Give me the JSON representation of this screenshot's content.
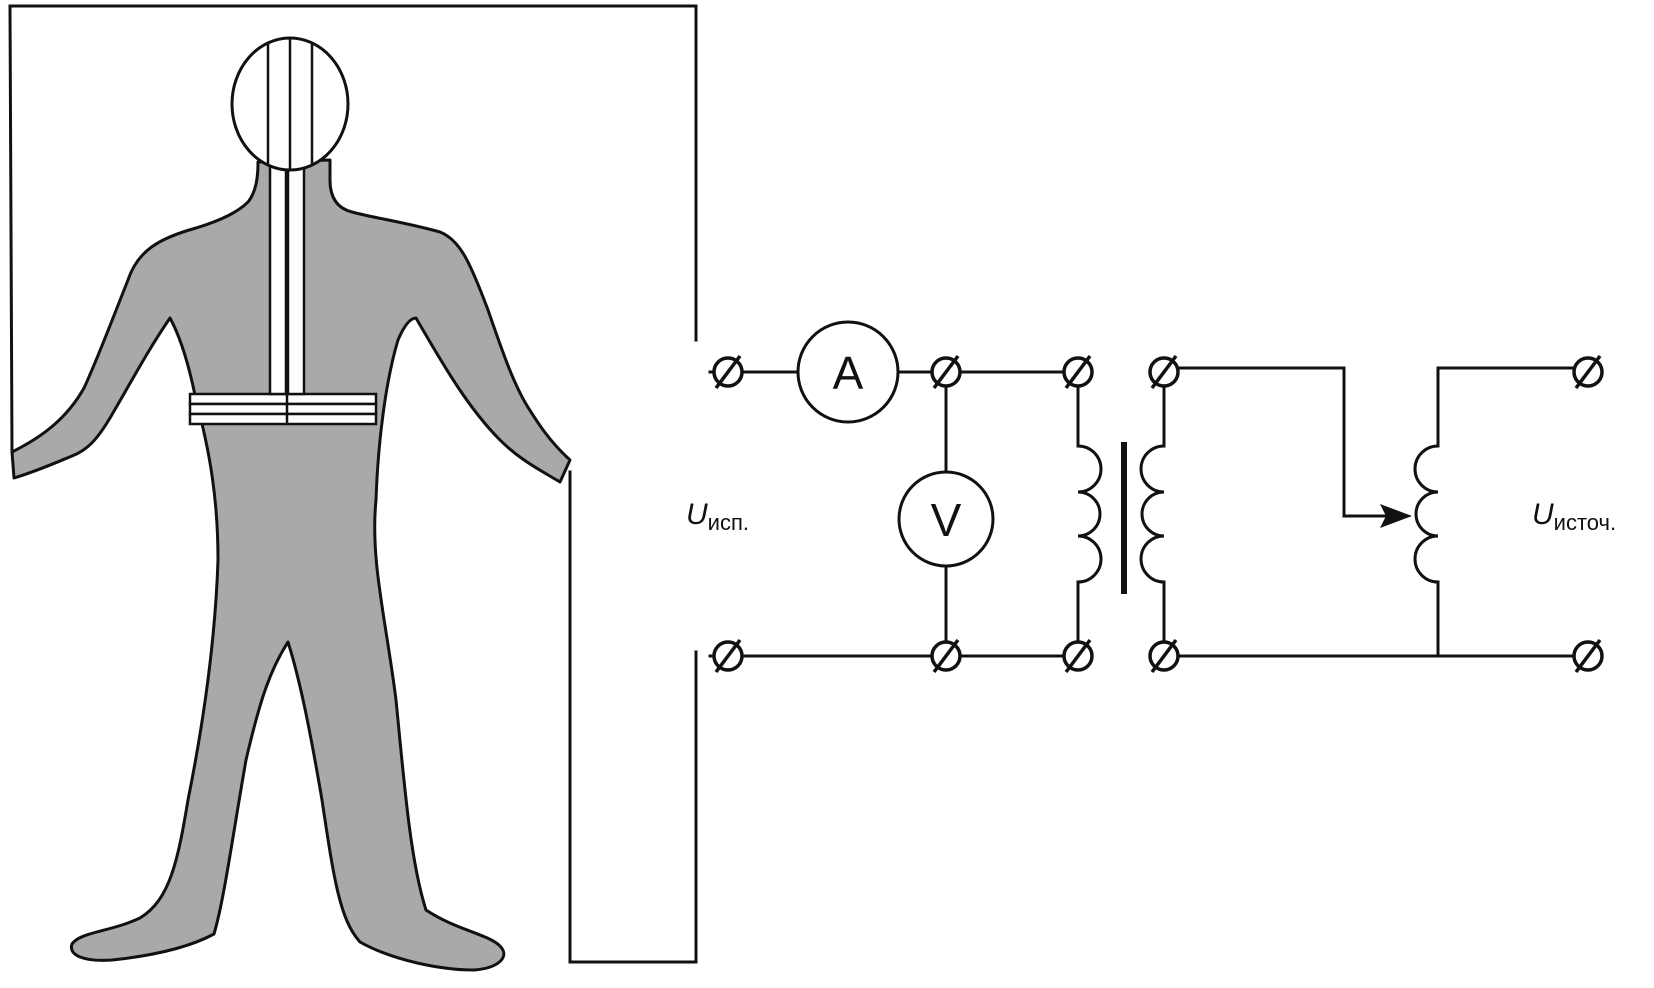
{
  "diagram": {
    "ammeter_label": "A",
    "voltmeter_label": "V",
    "test_voltage": {
      "symbol": "U",
      "subscript": "исп."
    },
    "source_voltage": {
      "symbol": "U",
      "subscript": "источ."
    },
    "colors": {
      "suit_fill": "#a9a9a9",
      "line": "#111111",
      "background": "#ffffff"
    }
  }
}
